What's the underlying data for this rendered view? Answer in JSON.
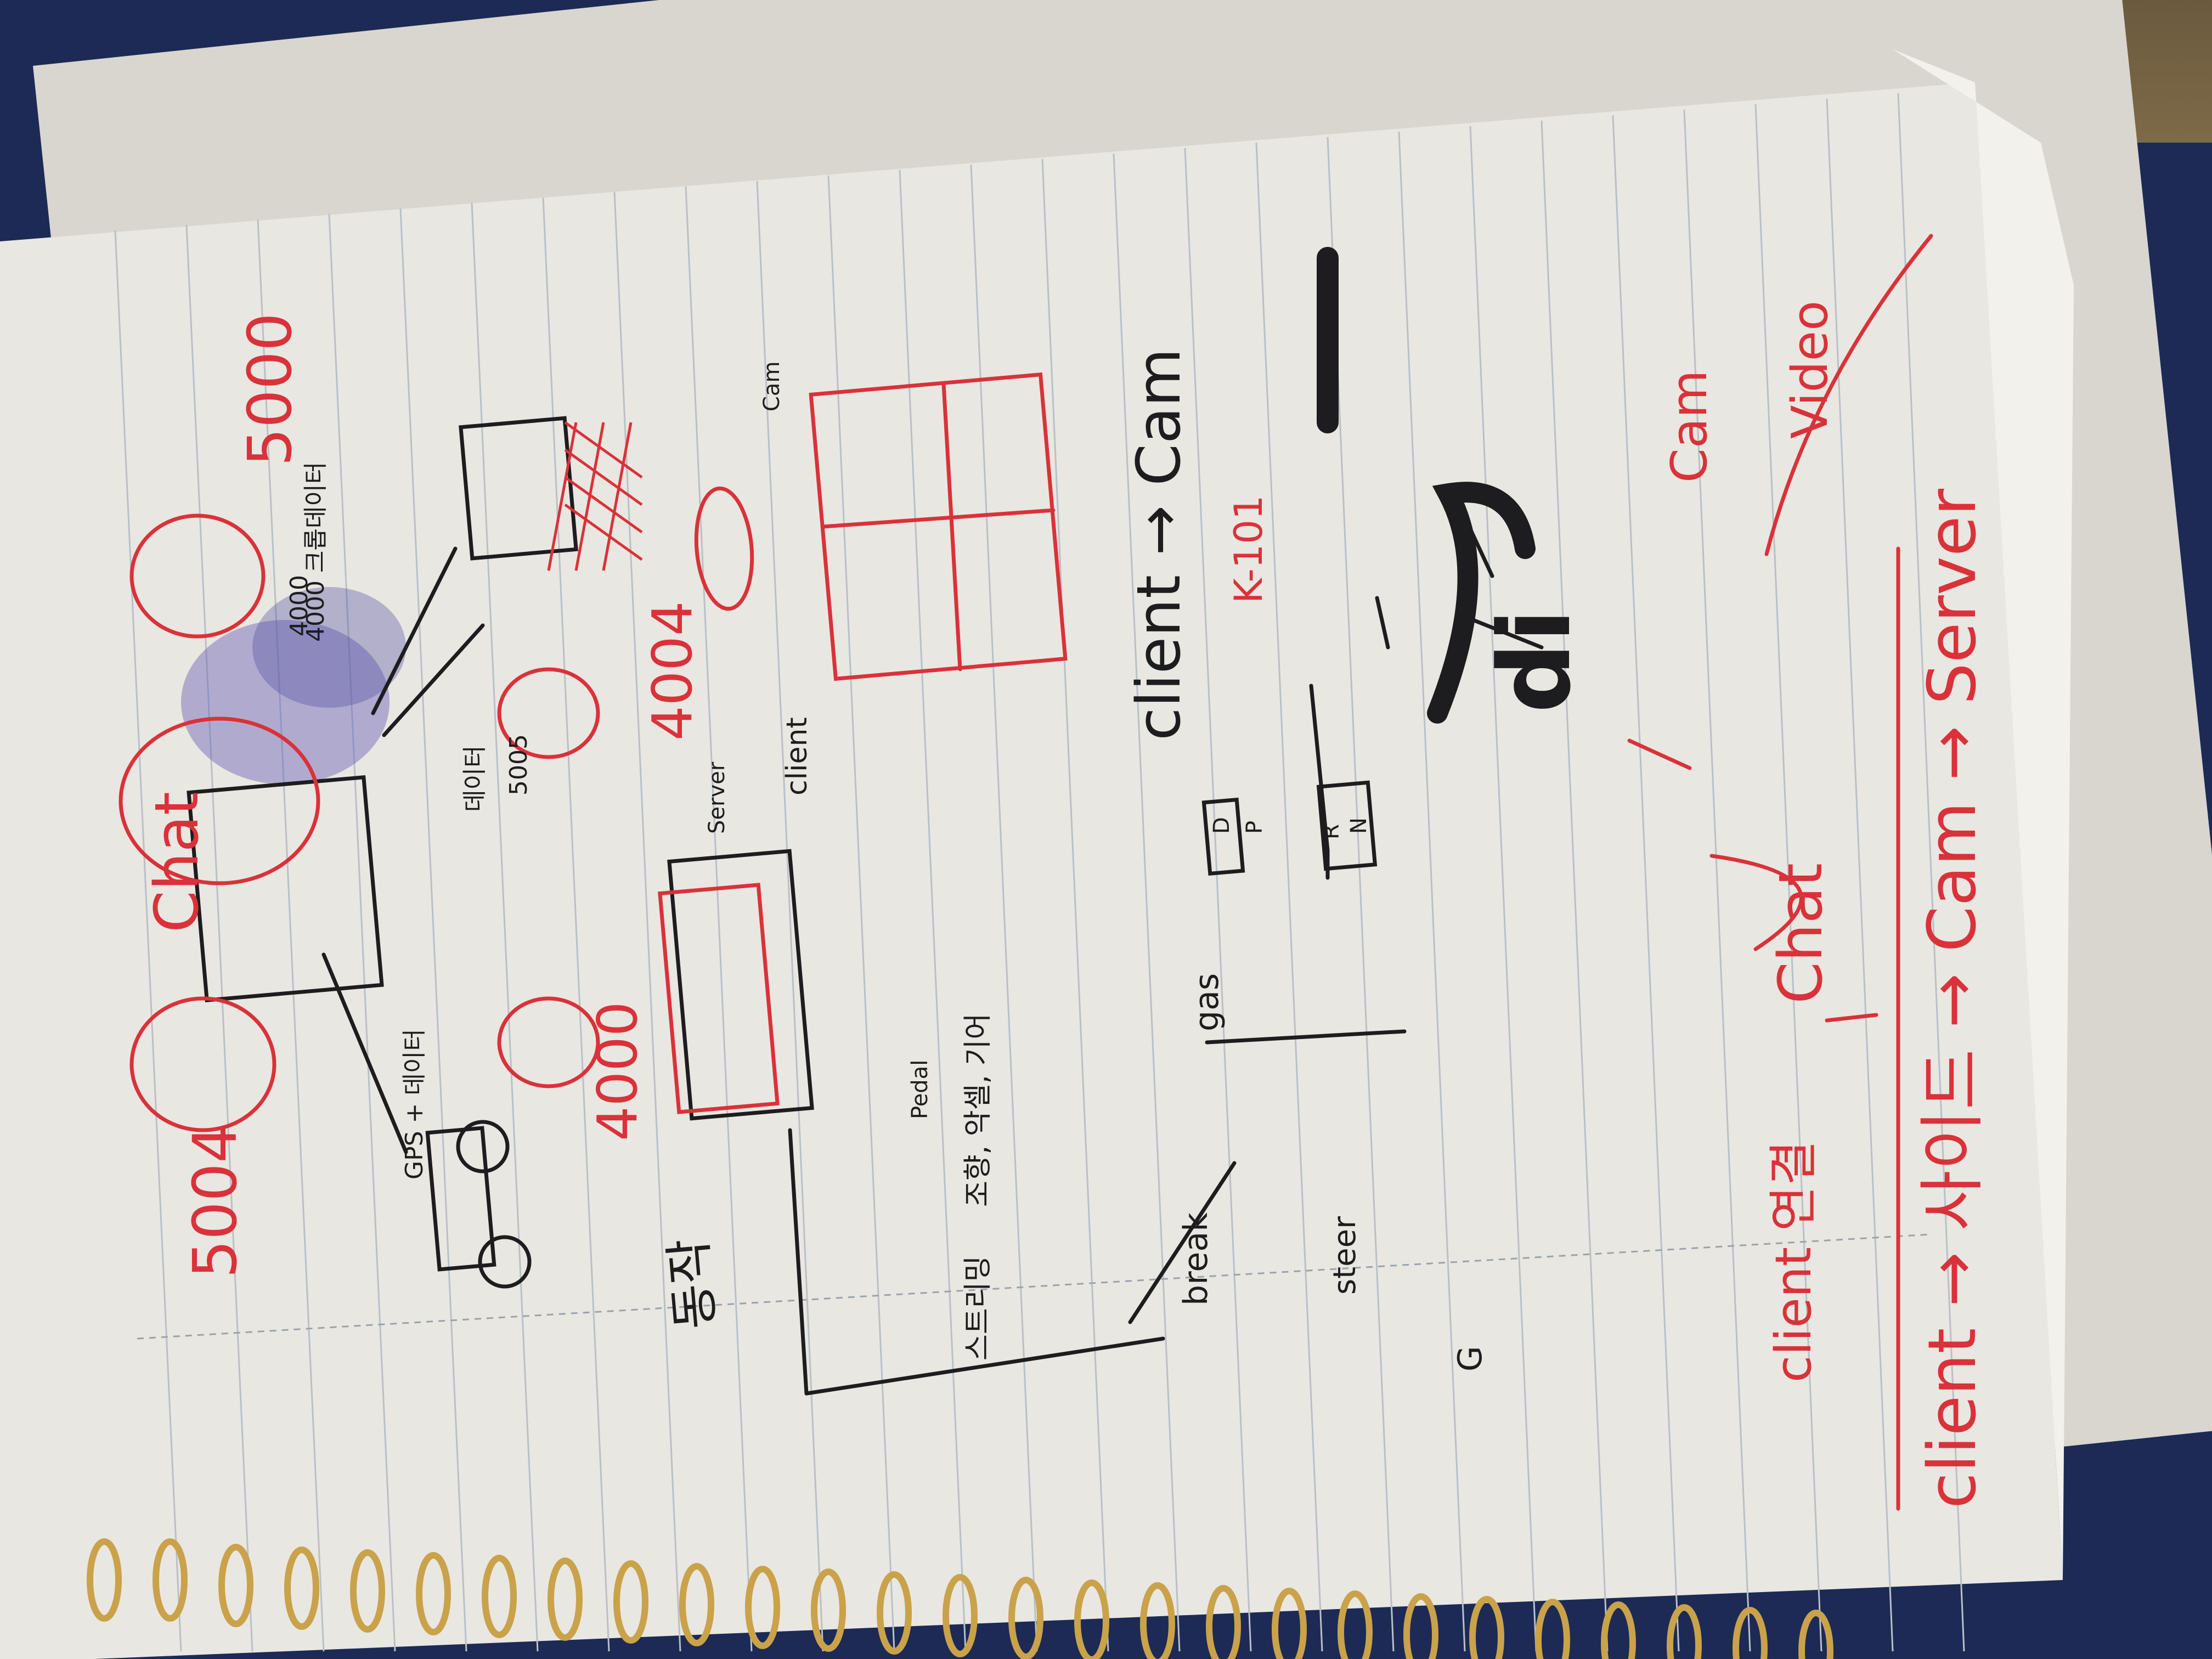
{
  "notes": {
    "heading": "동작",
    "chat_red": "Chat",
    "num_5004": "5004",
    "num_5000": "5000",
    "num_4000_red": "4000",
    "num_4004": "4004",
    "num_4000_black": "4000",
    "num_5005": "5005",
    "label_4000_crop": "4000 크롭데이터",
    "label_gps_data": "GPS + 데이터",
    "label_data": "데이터",
    "label_data2": "데이터",
    "label_server": "Server",
    "label_client_arrow": "client",
    "label_cam_right": "Cam",
    "label_streaming": "스트리밍",
    "label_steering": "조향, 악셀, 기어",
    "label_break": "break",
    "label_gas": "gas",
    "label_steer": "steer",
    "label_pedal": "Pedal",
    "label_client_cam": "client → Cam",
    "label_d": "D",
    "label_p": "P",
    "label_r": "R",
    "label_n": "N",
    "label_k101": "K-101",
    "label_chat_big": "Chat",
    "label_client_bottom": "client → 사이드 → Cam → Server",
    "label_video": "Video",
    "label_client_red": "client 연결",
    "label_cam_red": "Cam",
    "label_G": "G"
  },
  "colors": {
    "paper": "#e9e7e1",
    "ink_black": "#1d1d1f",
    "ink_red": "#d9323a",
    "ink_blue_blot": "#6a62b8",
    "rule": "#b9c0c8",
    "background": "#1c2a55"
  }
}
